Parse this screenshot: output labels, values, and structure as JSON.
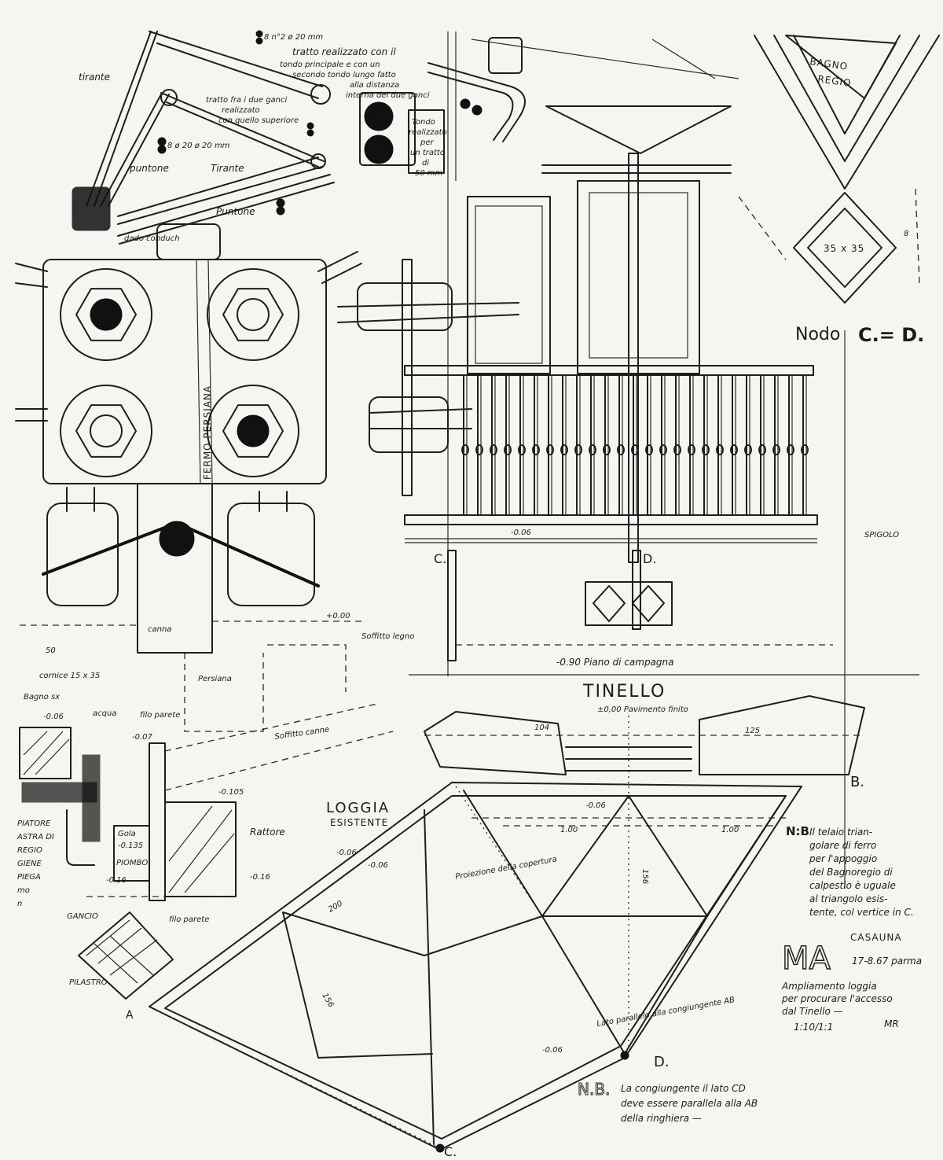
{
  "colors": {
    "ink": "#1e1e1e",
    "paper": "#f6f5f1"
  },
  "labels": {
    "tirante_top": "tirante",
    "puntone_left": "puntone",
    "tirante_mid": "Tirante",
    "puntone_right": "Puntone",
    "dado": "dado conduch",
    "bolt_dim": "8 n°2 ø 20 mm",
    "bolt_small": "8 ø 20 ø 20 mm",
    "tratto_1": "tratto realizzato con il",
    "tratto_2": "tondo principale e con un",
    "tratto_3": "secondo tondo lungo fatto",
    "tratto_4": "alla distanza",
    "tratto_5": "interna dei due ganci",
    "fra_1": "tratto fra i due ganci",
    "fra_2": "realizzato",
    "fra_3": "con quello superiore",
    "tondo_1": "Tondo",
    "tondo_2": "realizzato",
    "tondo_3": "per",
    "tondo_4": "un tratto",
    "tondo_5": "di",
    "tondo_6": "50 mm",
    "fermo": "FERMO PERSIANA",
    "bagno_1": "BAGNO",
    "bagno_2": "REGIO",
    "diamond_dim": "35 x 35",
    "side_dim": "8",
    "nodo": "Nodo",
    "nodo_cd": "C.= D.",
    "spigolo": "SPIGOLO",
    "point_c_top": "C.",
    "point_d_top": "D.",
    "balcony_dim": "-0.06",
    "piano": "-0.90 Piano di campagna",
    "plus_000": "+0.00",
    "canna": "canna",
    "persiana": "Persiana",
    "soffitto_legno": "Soffitto legno",
    "soffitto_canne": "Soffitto canne",
    "dim_50": "50",
    "cornice": "cornice 15 x 35",
    "bagno_sx": "Bagno sx",
    "dim_006_left": "-0.06",
    "acqua": "acqua",
    "filo_parete_1": "filo parete",
    "dim_007": "-0.07",
    "dim_0105": "-0.105",
    "rattore": "Rattore",
    "gola_1": "Gola",
    "gola_2": "-0.135",
    "piombo": "PIOMBO",
    "dim_016_a": "-0.16",
    "dim_016_b": "-0.16",
    "left_text": [
      "PIATORE",
      "ASTRA DI",
      "REGIO",
      "GIENE",
      "PIEGA",
      "mo",
      "n"
    ],
    "gancio": "GANCIO",
    "filo_parete_2": "filo parete",
    "pilastro": "PILASTRO",
    "tinello": "TINELLO",
    "pavimento": "±0,00 Pavimento finito",
    "dim_104": "104",
    "dim_125": "125",
    "point_b": "B.",
    "loggia_1": "LOGGIA",
    "loggia_2": "ESISTENTE",
    "dim_006_a": "-0.06",
    "dim_006_b": "-0.06",
    "dim_006_c": "-0.06",
    "dim_006_d": "-0.06",
    "dim_100_a": "1.00",
    "dim_100_b": "1.00",
    "dim_156_a": "156",
    "dim_156_b": "156",
    "dim_200": "200",
    "proiezione": "Proiezione della copertura",
    "lato_parallelo": "Lato parallelo alla congiungente AB",
    "point_a": "A",
    "point_c": "C.",
    "point_d": "D."
  },
  "note_right": {
    "nb": "N:B",
    "lines": [
      "Il telaio trian-",
      "golare di ferro",
      "per l'appoggio",
      "del Bagnoregio di",
      "calpestio è uguale",
      "al triangolo esis-",
      "tente, col vertice in C."
    ]
  },
  "title_block": {
    "mark": "MA",
    "place": "CASAUNA",
    "date": "17-8.67 parma",
    "desc": [
      "Ampliamento loggia",
      "per procurare l'accesso",
      "dal Tinello —"
    ],
    "scale": "1:10/1:1",
    "signature": "MR"
  },
  "note_bottom": {
    "nb": "N.B.",
    "lines": [
      "La congiungente il lato CD",
      "deve essere parallela alla AB",
      "della ringhiera —"
    ]
  }
}
